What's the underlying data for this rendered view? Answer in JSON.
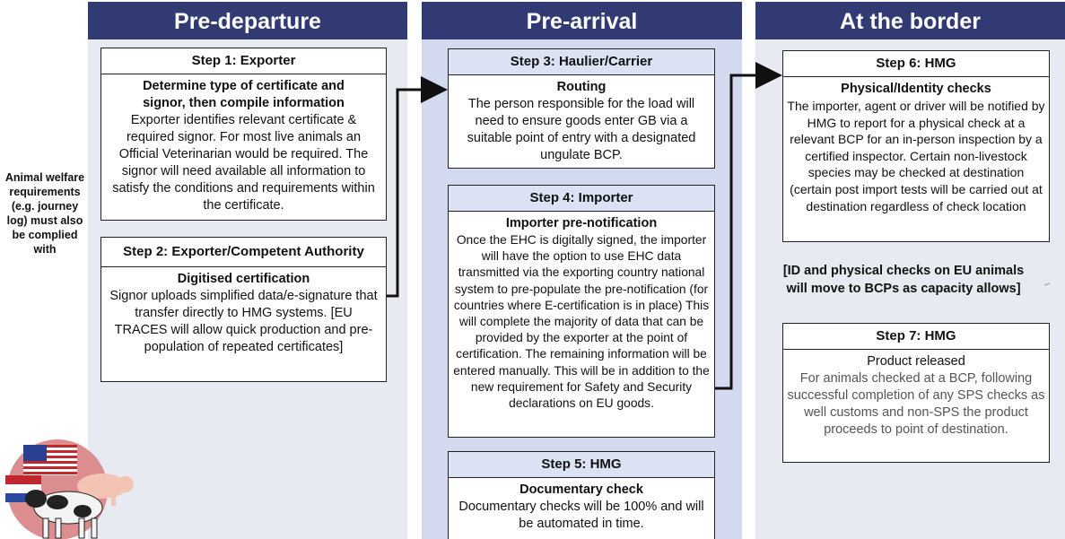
{
  "columns": [
    {
      "title": "Pre-departure"
    },
    {
      "title": "Pre-arrival"
    },
    {
      "title": "At the border"
    }
  ],
  "side_note": "Animal welfare requirements (e.g. journey log) must also be complied with",
  "steps": {
    "s1": {
      "header": "Step 1: Exporter",
      "title": "Determine type of certificate and signor, then compile information",
      "text": "Exporter identifies relevant certificate & required signor. For most live animals  an Official Veterinarian would be required. The signor will need available all information to satisfy the conditions and requirements within the certificate."
    },
    "s2": {
      "header": "Step 2: Exporter/Competent Authority",
      "title": "Digitised certification",
      "text": "Signor uploads simplified data/e-signature that transfer directly to HMG systems. [EU TRACES will allow quick production and pre-population of repeated certificates]"
    },
    "s3": {
      "header": "Step 3: Haulier/Carrier",
      "title": "Routing",
      "text": "The person responsible for the load will need to ensure goods enter GB via a suitable point of entry with a designated ungulate BCP."
    },
    "s4": {
      "header": "Step 4: Importer",
      "title": "Importer pre-notification",
      "text": "Once the EHC is digitally signed, the importer will have the option to use EHC data transmitted via the exporting country national system to pre-populate the pre-notification (for countries where E-certification is in place) This will complete the majority of data that can be provided by the exporter at the point of certification. The remaining information will be entered manually. This will be in addition to the new requirement for Safety and Security declarations on EU goods."
    },
    "s5": {
      "header": "Step 5: HMG",
      "title": "Documentary check",
      "text": "Documentary checks will be 100% and will be automated in time."
    },
    "s6": {
      "header": "Step 6: HMG",
      "title": "Physical/Identity checks",
      "text": "The importer, agent or driver will be notified by HMG to report for a physical check at a relevant BCP for an in-person inspection by a certified inspector.  Certain non-livestock species may be checked at destination  (certain post import tests will be carried out at destination regardless of check location"
    },
    "s7": {
      "header": "Step 7: HMG",
      "title": "Product released",
      "text": "For animals checked at a BCP, following successful completion of any SPS checks as well customs and non-SPS the product proceeds to point of destination."
    }
  },
  "bracket_note": "[ID and physical checks on EU animals will move to BCPs as capacity allows]",
  "colors": {
    "header_bg": "#313a72",
    "col_bg_1": "#e8eaf1",
    "col_bg_2": "#d3d9ef",
    "col_bg_3": "#e8eaf1",
    "step_header_blue": "#dbe2f4"
  }
}
